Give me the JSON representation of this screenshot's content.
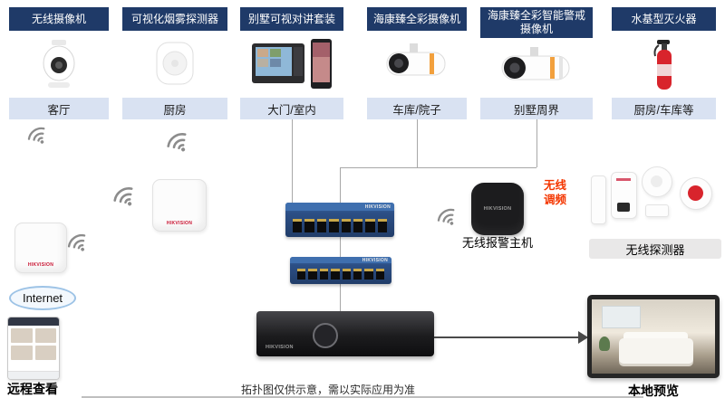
{
  "devices": [
    {
      "title": "无线摄像机",
      "location": "客厅"
    },
    {
      "title": "可视化烟雾探测器",
      "location": "厨房"
    },
    {
      "title": "别墅可视对讲套装",
      "location": "大门/室内"
    },
    {
      "title": "海康臻全彩摄像机",
      "location": "车库/院子"
    },
    {
      "title": "海康臻全彩智能警戒摄像机",
      "location": "别墅周界"
    },
    {
      "title": "水基型灭火器",
      "location": "厨房/车库等"
    }
  ],
  "network": {
    "internet_label": "Internet",
    "alarm_hub_label": "无线报警主机",
    "wireless_fm_label": "无线\n调频",
    "detectors_label": "无线探测器",
    "brand": "HIKVISION"
  },
  "bottom": {
    "remote_view_label": "远程查看",
    "local_preview_label": "本地预览",
    "disclaimer": "拓扑图仅供示意，需以实际应用为准"
  },
  "icons": {
    "wifi": "wifi-signal-arcs"
  },
  "colors": {
    "header_navy": "#1F3A68",
    "label_blue": "#D9E2F2",
    "switch_blue": "#2C4F86",
    "accent_red": "#F43600"
  }
}
